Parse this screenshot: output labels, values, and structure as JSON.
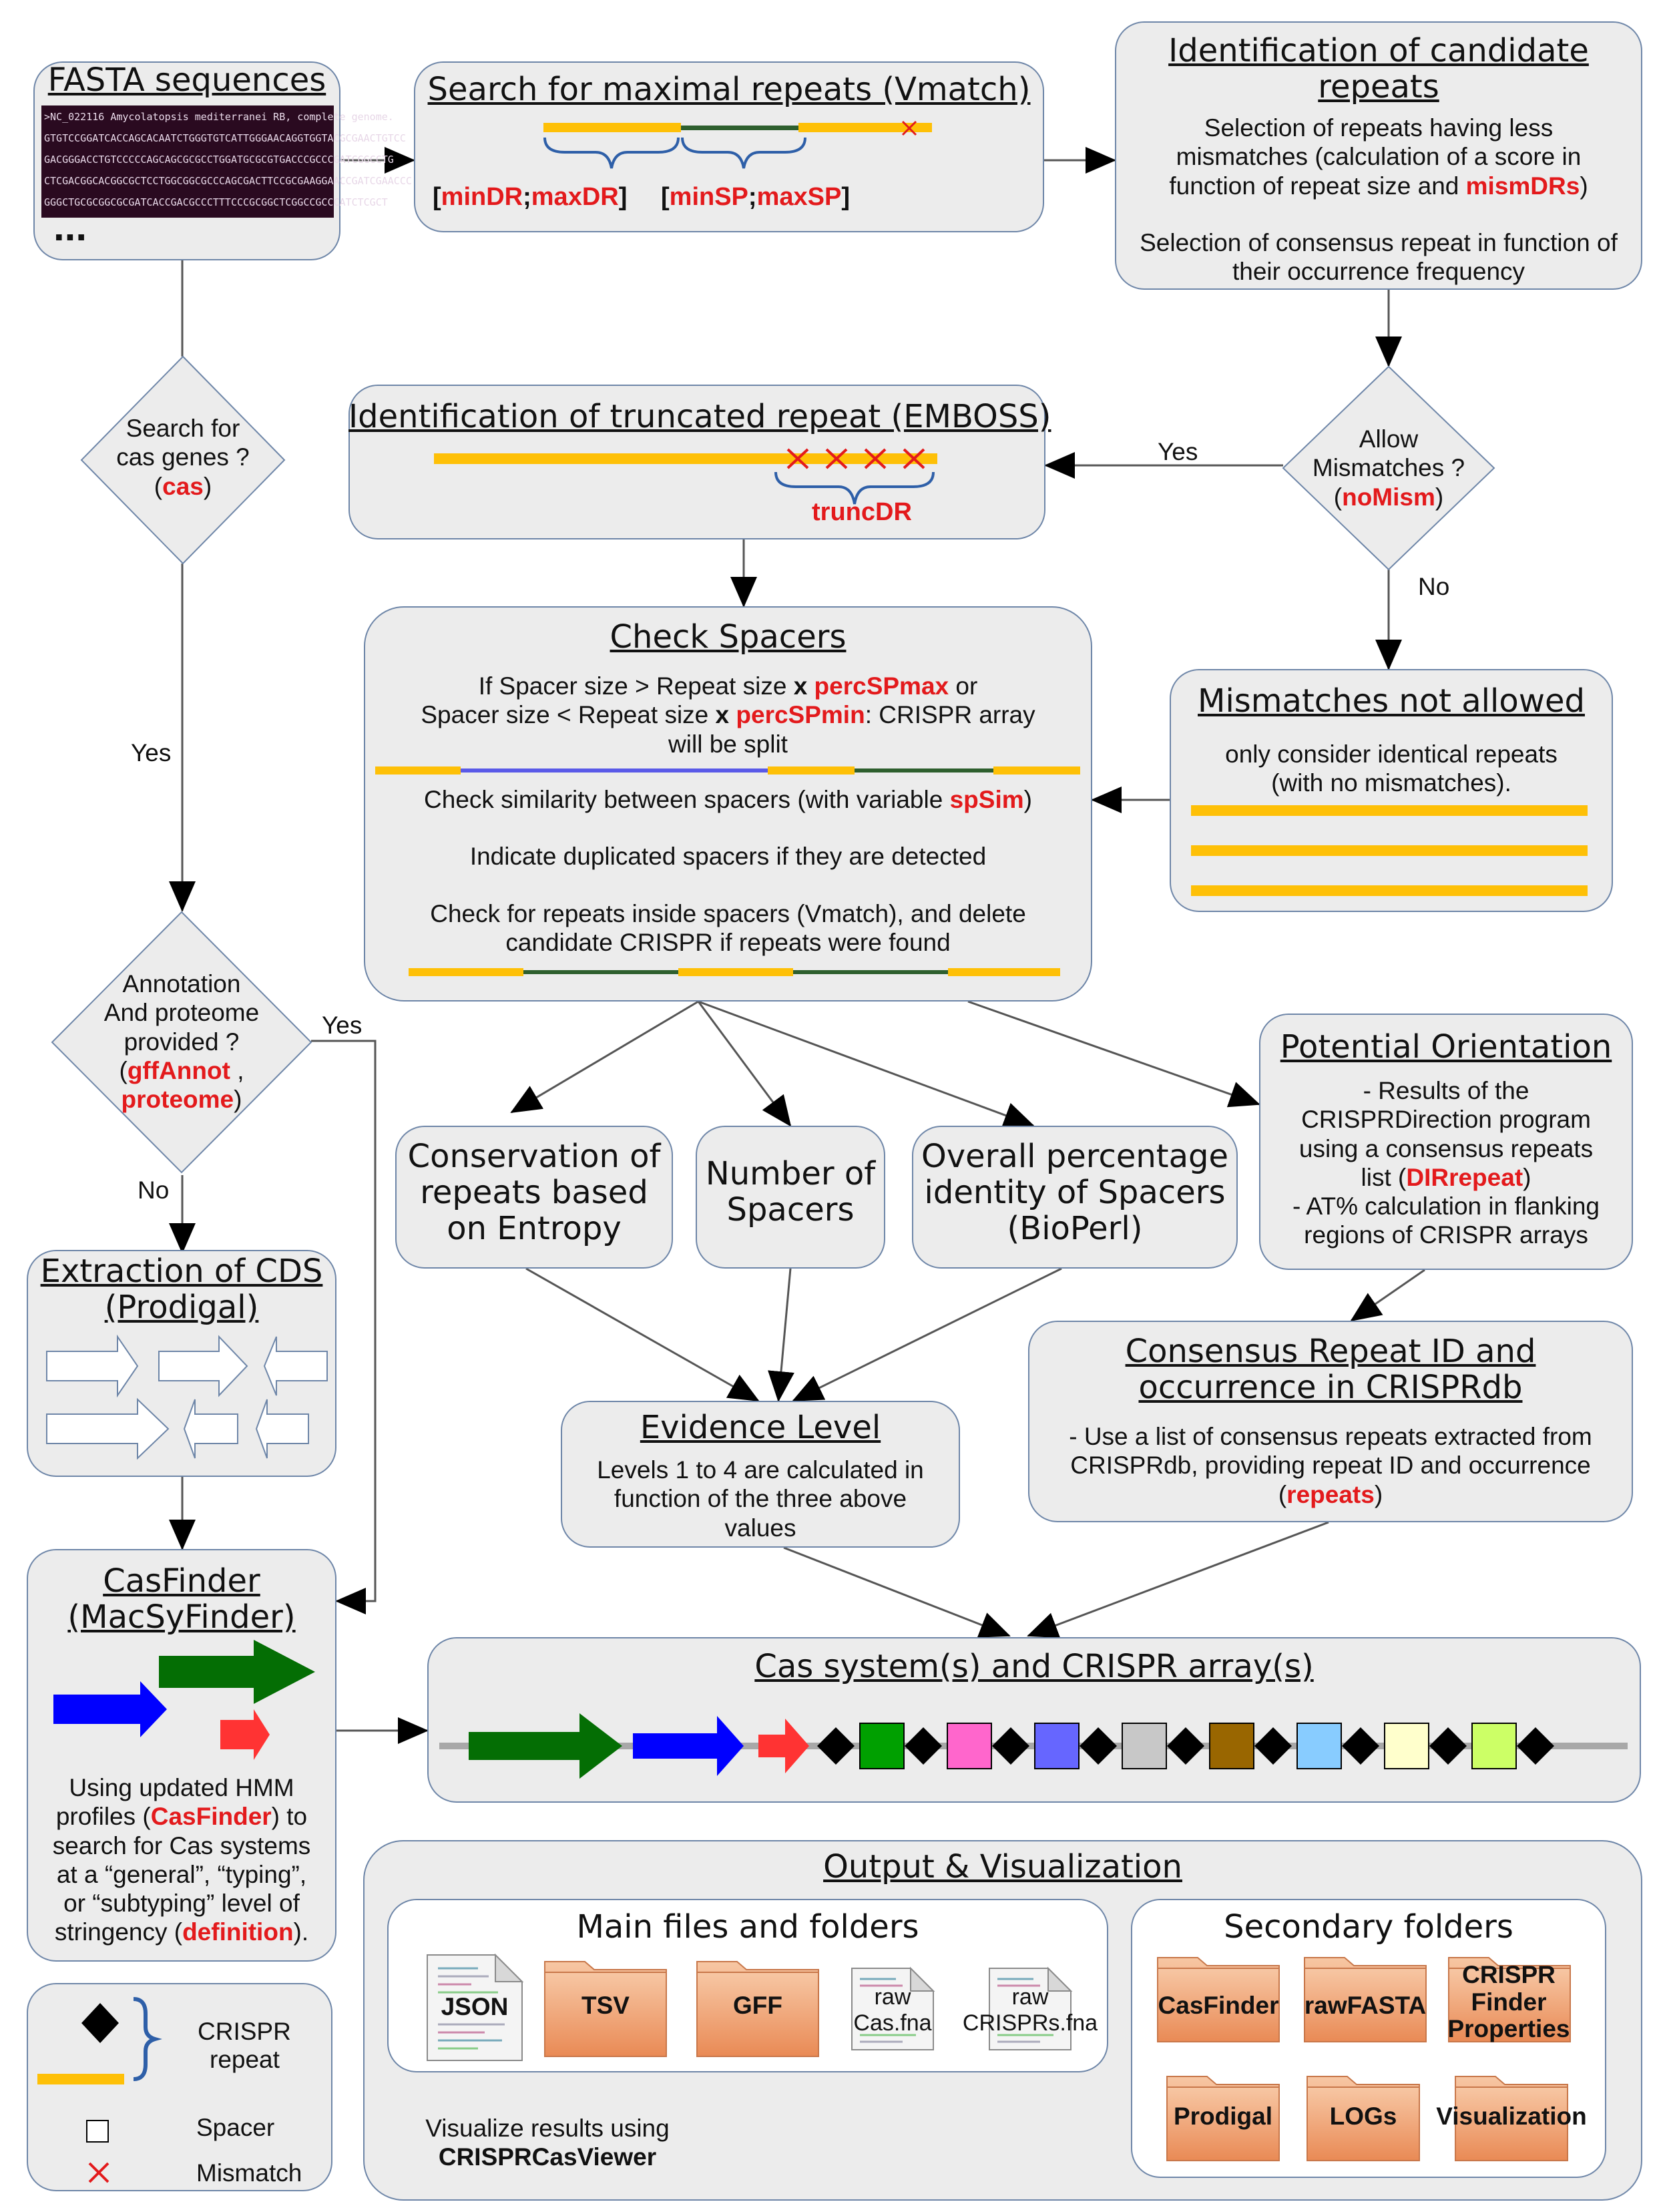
{
  "fasta": {
    "title": "FASTA sequences",
    "lines": [
      ">NC_022116 Amycolatopsis mediterranei RB, complete genome.",
      "GTGTCCGGATCACCAGCACAATCTGGGTGTCATTGGGAACAGGTGGTACGCGAACTGTCC",
      "GACGGGACCTGTCCCCCAGCAGCGCGCCTGGATGCGCGTGACCCGCCCGATCGGCCTG",
      "CTCGACGGCACGGCGCTCCTGGCGGCGCCCAGCGACTTCCGCGAAGGAACCGATCGAACCC",
      "GGGCTGCGCGGCGCGATCACCGACGCCCTTTCCCGCGGCTCGGCCGCCCATCTCGCT"
    ],
    "ellipsis": "..."
  },
  "vmatch": {
    "title": "Search for maximal repeats (Vmatch)",
    "dr_open": "[",
    "dr_min": "minDR",
    "dr_sep": ";",
    "dr_max": "maxDR",
    "dr_close": "]",
    "sp_open": "[",
    "sp_min": "minSP",
    "sp_sep": ";",
    "sp_max": "maxSP",
    "sp_close": "]"
  },
  "identification": {
    "title_1": "Identification of candidate",
    "title_2": "repeats",
    "line1": "Selection of repeats having less",
    "line2": "mismatches (calculation of a score in",
    "line3_a": "function of repeat size and ",
    "line3_red": "mismDRs",
    "line3_b": ")",
    "line4": "Selection of consensus repeat in function of",
    "line5": "their occurrence frequency"
  },
  "cas_decision": {
    "line1": "Search for",
    "line2": "cas genes ?",
    "open": "(",
    "param": "cas",
    "close": ")"
  },
  "allow_decision": {
    "line1": "Allow",
    "line2": "Mismatches ?",
    "open": "(",
    "param": "noMism",
    "close": ")"
  },
  "truncated": {
    "title": "Identification of truncated repeat (EMBOSS)",
    "param": "truncDR"
  },
  "labels": {
    "yes": "Yes",
    "no": "No"
  },
  "check_spacers": {
    "title": "Check Spacers",
    "l1_a": "If Spacer size > Repeat size ",
    "l1_x": "x",
    "l1_red": "percSPmax",
    "l1_b": " or",
    "l2_a": "Spacer size < Repeat size ",
    "l2_x": "x",
    "l2_red": "percSPmin",
    "l2_b": ": CRISPR array",
    "l3": "will be split",
    "l4_a": "Check similarity between spacers (with variable ",
    "l4_red": "spSim",
    "l4_b": ")",
    "l5": "Indicate duplicated spacers if they are detected",
    "l6": "Check for repeats inside spacers (Vmatch), and delete",
    "l7": "candidate CRISPR if repeats were found"
  },
  "mismatches": {
    "title": "Mismatches not allowed",
    "line1": "only consider identical repeats",
    "line2": "(with no mismatches)."
  },
  "annot_decision": {
    "line1": "Annotation",
    "line2": "And proteome",
    "line3": "provided ?",
    "open": "(",
    "param1": "gffAnnot",
    "comma": " ,",
    "param2": "proteome",
    "close": ")"
  },
  "conservation": {
    "l1": "Conservation of",
    "l2": "repeats based",
    "l3": "on Entropy"
  },
  "number_spacers": {
    "l1": "Number of",
    "l2": "Spacers"
  },
  "overall": {
    "l1": "Overall percentage",
    "l2": "identity of Spacers",
    "l3": "(BioPerl)"
  },
  "orientation": {
    "title": "Potential Orientation",
    "l1": "- Results of the",
    "l2": "CRISPRDirection program",
    "l3": "using a consensus repeats",
    "l4_a": "list (",
    "l4_red": "DIRrepeat",
    "l4_b": ")",
    "l5": "- AT% calculation in flanking",
    "l6": "regions of CRISPR arrays"
  },
  "extraction": {
    "title1": "Extraction of CDS",
    "title2": "(Prodigal)"
  },
  "consensus": {
    "title1": "Consensus Repeat ID and",
    "title2": "occurrence in CRISPRdb",
    "l1": "- Use a list of consensus repeats extracted from",
    "l2": "CRISPRdb, providing repeat ID and occurrence",
    "l3_a": "(",
    "l3_red": "repeats",
    "l3_b": ")"
  },
  "evidence": {
    "title": "Evidence Level",
    "l1": "Levels 1 to 4 are calculated in",
    "l2": "function of the three above",
    "l3": "values"
  },
  "casfinder": {
    "title1": "CasFinder",
    "title2": "(MacSyFinder)",
    "l1": "Using updated HMM",
    "l2_a": "profiles (",
    "l2_red": "CasFinder",
    "l2_b": ") to",
    "l3": "search for Cas systems",
    "l4": "at a “general”, “typing”,",
    "l5": "or “subtyping” level of",
    "l6_a": "stringency (",
    "l6_red": "definition",
    "l6_b": ")."
  },
  "cas_system": {
    "title": "Cas system(s) and CRISPR array(s)",
    "spacer_colors": [
      "#00a000",
      "#ff66cc",
      "#6666ff",
      "#c8c8c8",
      "#996600",
      "#88ccff",
      "#ffffcc",
      "#ccff66"
    ]
  },
  "output": {
    "title": "Output & Visualization",
    "main_title": "Main files and folders",
    "secondary_title": "Secondary folders",
    "main_items": [
      "JSON",
      "TSV",
      "GFF",
      "raw\nCas.fna",
      "raw\nCRISPRs.fna"
    ],
    "secondary_items": [
      "CasFinder",
      "rawFASTA",
      "CRISPR\nFinder\nProperties",
      "Prodigal",
      "LOGs",
      "Visualization"
    ],
    "viz_line1": "Visualize results using",
    "viz_line2": "CRISPRCasViewer"
  },
  "legend": {
    "crispr": "CRISPR",
    "repeat": "repeat",
    "spacer": "Spacer",
    "mismatch": "Mismatch"
  }
}
